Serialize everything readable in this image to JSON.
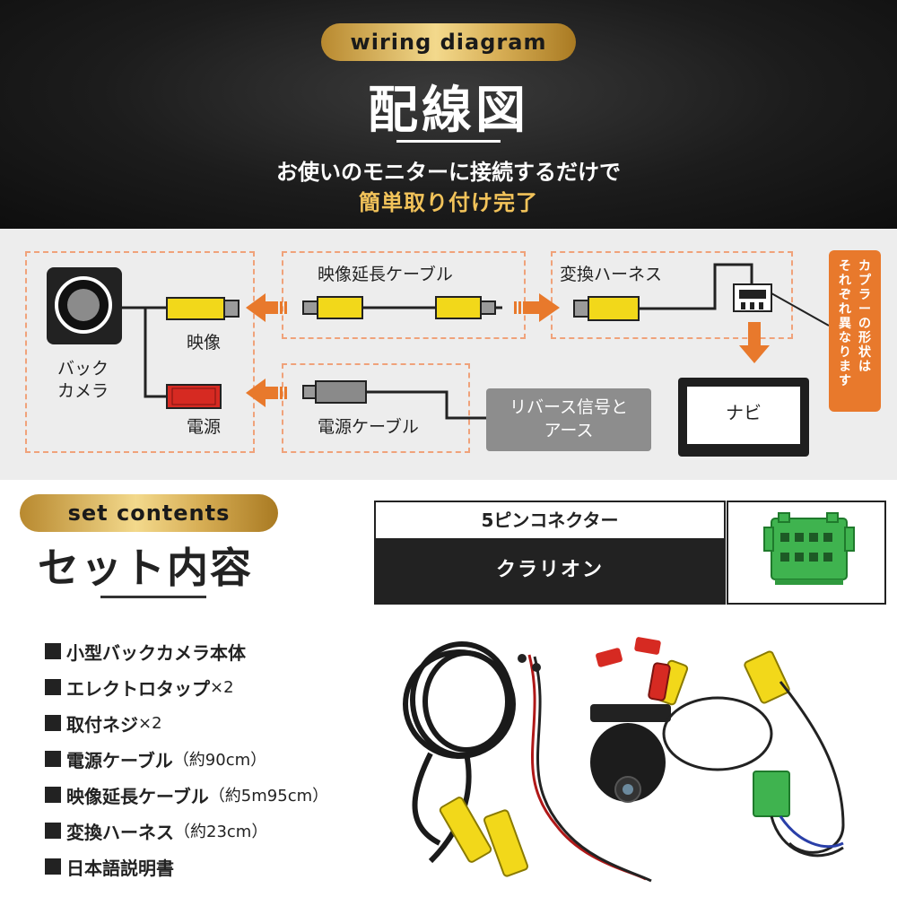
{
  "header": {
    "badge": "wiring diagram",
    "title": "配線図",
    "line1": "お使いのモニターに接続するだけで",
    "line2": "簡単取り付け完了"
  },
  "wiring": {
    "camera_label_1": "バック",
    "camera_label_2": "カメラ",
    "video_label": "映像",
    "power_label": "電源",
    "extension_cable": "映像延長ケーブル",
    "harness": "変換ハーネス",
    "power_cable": "電源ケーブル",
    "reverse_signal_1": "リバース信号と",
    "reverse_signal_2": "アース",
    "navi": "ナビ",
    "callout_col1": "カプラーの形状は",
    "callout_col2": "それぞれ異なります"
  },
  "set_contents": {
    "badge": "set contents",
    "title": "セット内容",
    "items": [
      {
        "main": "小型バックカメラ本体",
        "sub": ""
      },
      {
        "main": "エレクトロタップ",
        "sub": "×2"
      },
      {
        "main": "取付ネジ",
        "sub": "×2"
      },
      {
        "main": "電源ケーブル",
        "sub": "（約90cm）"
      },
      {
        "main": "映像延長ケーブル",
        "sub": "（約5m95cm）"
      },
      {
        "main": "変換ハーネス",
        "sub": "（約23cm）"
      },
      {
        "main": "日本語説明書",
        "sub": ""
      }
    ]
  },
  "connector": {
    "pin_label": "5ピンコネクター",
    "brand": "クラリオン"
  },
  "colors": {
    "accent_orange": "#e8792c",
    "gold": "#d7ae55",
    "rca_yellow": "#f2d81a",
    "rca_red": "#d62a22",
    "connector_green": "#3fb34f"
  }
}
